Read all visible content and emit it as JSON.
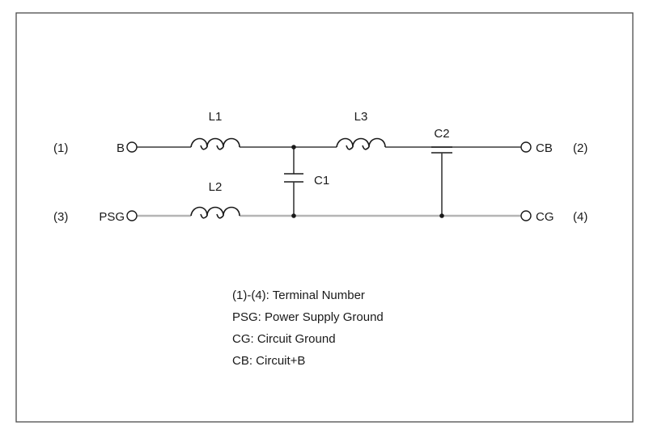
{
  "terminals": {
    "t1": {
      "number": "(1)",
      "name": "B"
    },
    "t2": {
      "number": "(2)",
      "name": "CB"
    },
    "t3": {
      "number": "(3)",
      "name": "PSG"
    },
    "t4": {
      "number": "(4)",
      "name": "CG"
    }
  },
  "components": {
    "L1": "L1",
    "L2": "L2",
    "L3": "L3",
    "C1": "C1",
    "C2": "C2"
  },
  "legend": [
    "(1)-(4): Terminal Number",
    "PSG: Power Supply Ground",
    "CG: Circuit Ground",
    "CB: Circuit+B"
  ]
}
